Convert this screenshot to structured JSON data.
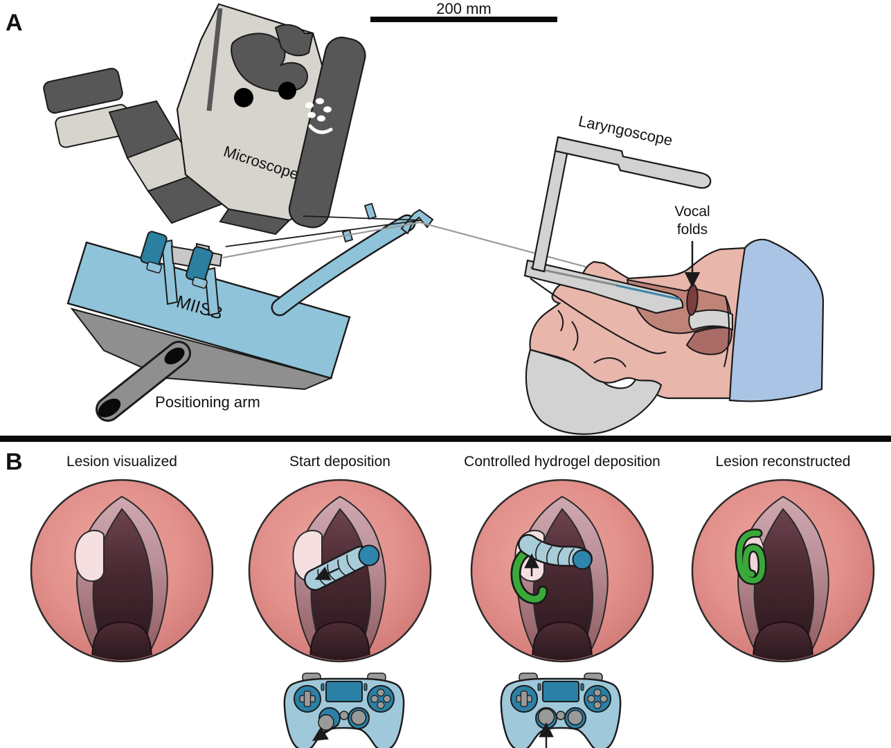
{
  "panel_a": {
    "label": "A",
    "scale_bar_label": "200 mm",
    "microscope_label": "Microscope",
    "miisb_label": "MIISB",
    "positioning_arm_label": "Positioning arm",
    "laryngoscope_label": "Laryngoscope",
    "vocal_folds_label_line1": "Vocal",
    "vocal_folds_label_line2": "folds"
  },
  "panel_b": {
    "label": "B",
    "steps": [
      {
        "title": "Lesion visualized"
      },
      {
        "title": "Start deposition"
      },
      {
        "title": "Controlled hydrogel deposition"
      },
      {
        "title": "Lesion reconstructed"
      }
    ],
    "controller_actions": [
      {
        "under_step": "Start deposition",
        "action": "left-stick-down-left-arrow"
      },
      {
        "under_step": "Controlled hydrogel deposition",
        "action": "left-stick-up-arrow"
      }
    ]
  },
  "colors": {
    "miisb_blue": "#8fc3d9",
    "teal_dark": "#2b7f9f",
    "hydrogel_green": "#3aa93a",
    "skin": "#e9b6ab",
    "shirt_blue": "#a9c4e4",
    "larynx_outer_pink": "#e2908b",
    "lesion_pale_pink": "#f6dfe1",
    "tube_light_blue": "#a9ccd9",
    "tube_cap_teal": "#2e86ad",
    "controller_body_blue": "#9fc8da",
    "device_light_gray": "#d6d4cc",
    "device_dark_gray": "#575757",
    "hair_gray": "#d2d2d2",
    "mouth_rose": "#c08378",
    "vocal_fold_dark_red": "#7c3e3e"
  }
}
